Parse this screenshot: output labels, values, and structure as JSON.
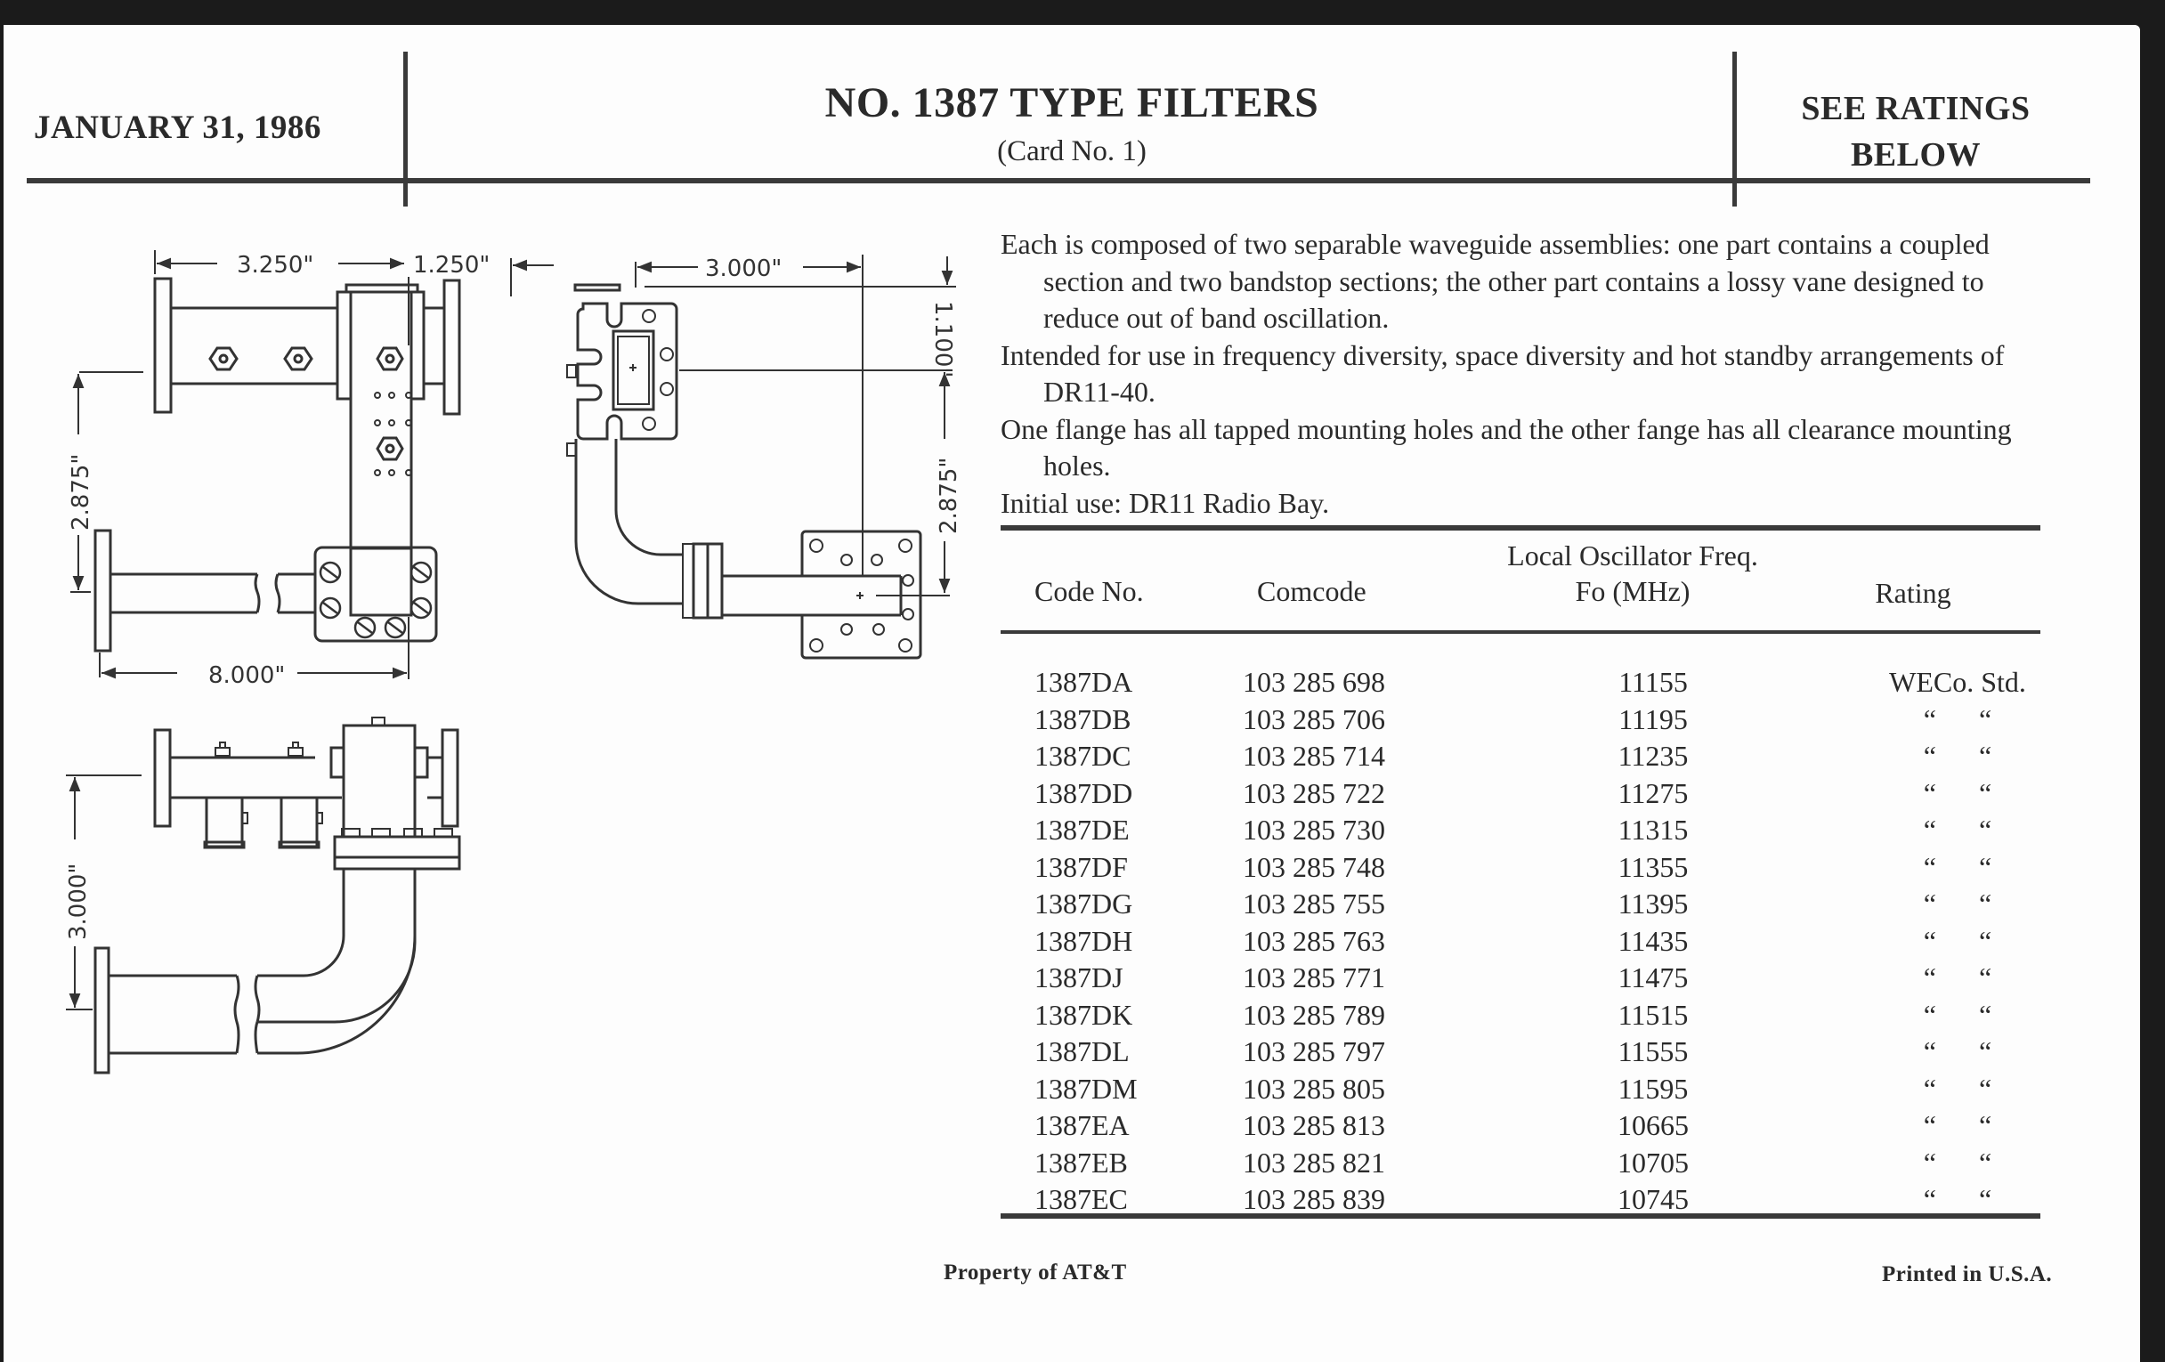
{
  "header": {
    "date": "JANUARY 31, 1986",
    "title": "NO. 1387 TYPE FILTERS",
    "subtitle": "(Card No. 1)",
    "ratings_line1": "SEE RATINGS",
    "ratings_line2": "BELOW"
  },
  "drawings": {
    "top_view": {
      "dim_3250": "3.250\"",
      "dim_1250": "1.250\"",
      "dim_2875": "2.875\"",
      "dim_8000": "8.000\""
    },
    "end_view": {
      "dim_3000": "3.000\"",
      "dim_1100": "1.100\"",
      "dim_2875": "2.875\""
    },
    "side_view": {
      "dim_3000": "3.000\""
    }
  },
  "description": [
    "Each is composed of two separable waveguide assemblies: one part contains a coupled section and two bandstop sections; the other part contains a lossy vane designed to reduce out of band oscillation.",
    "Intended for use in frequency diversity, space diversity and hot standby arrangements of DR11-40.",
    "One flange has all tapped mounting holes and the other fange has all clearance mounting holes.",
    "Initial use: DR11 Radio Bay."
  ],
  "table": {
    "headers": {
      "code": "Code No.",
      "comcode": "Comcode",
      "freq_line1": "Local Oscillator Freq.",
      "freq_line2": "Fo (MHz)",
      "rating": "Rating"
    },
    "rows": [
      {
        "code": "1387DA",
        "comcode": "103 285 698",
        "freq": "11155",
        "rating": "WECo. Std."
      },
      {
        "code": "1387DB",
        "comcode": "103 285 706",
        "freq": "11195",
        "rating": "“      “"
      },
      {
        "code": "1387DC",
        "comcode": "103 285 714",
        "freq": "11235",
        "rating": "“      “"
      },
      {
        "code": "1387DD",
        "comcode": "103 285 722",
        "freq": "11275",
        "rating": "“      “"
      },
      {
        "code": "1387DE",
        "comcode": "103 285 730",
        "freq": "11315",
        "rating": "“      “"
      },
      {
        "code": "1387DF",
        "comcode": "103 285 748",
        "freq": "11355",
        "rating": "“      “"
      },
      {
        "code": "1387DG",
        "comcode": "103 285 755",
        "freq": "11395",
        "rating": "“      “"
      },
      {
        "code": "1387DH",
        "comcode": "103 285 763",
        "freq": "11435",
        "rating": "“      “"
      },
      {
        "code": "1387DJ",
        "comcode": "103 285 771",
        "freq": "11475",
        "rating": "“      “"
      },
      {
        "code": "1387DK",
        "comcode": "103 285 789",
        "freq": "11515",
        "rating": "“      “"
      },
      {
        "code": "1387DL",
        "comcode": "103 285 797",
        "freq": "11555",
        "rating": "“      “"
      },
      {
        "code": "1387DM",
        "comcode": "103 285 805",
        "freq": "11595",
        "rating": "“      “"
      },
      {
        "code": "1387EA",
        "comcode": "103 285 813",
        "freq": "10665",
        "rating": "“      “"
      },
      {
        "code": "1387EB",
        "comcode": "103 285 821",
        "freq": "10705",
        "rating": "“      “"
      },
      {
        "code": "1387EC",
        "comcode": "103 285 839",
        "freq": "10745",
        "rating": "“      “"
      }
    ]
  },
  "footer": {
    "property": "Property of AT&T",
    "printed": "Printed in U.S.A."
  }
}
